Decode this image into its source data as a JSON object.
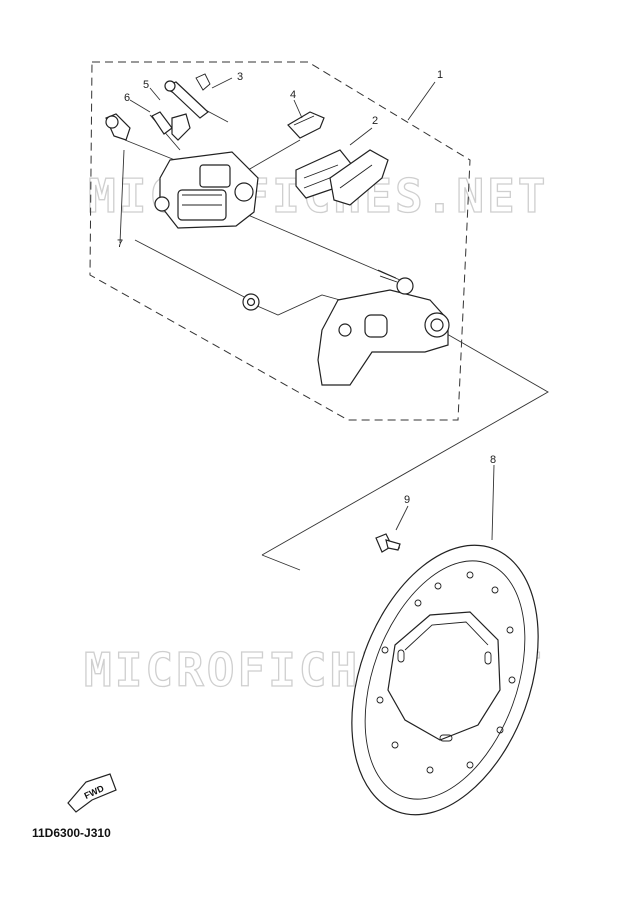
{
  "watermark": "MICROFICHES.NET",
  "diagram_code": "11D6300-J310",
  "fwd_label": "FWD",
  "callouts": [
    "1",
    "2",
    "3",
    "4",
    "5",
    "6",
    "7",
    "8",
    "9"
  ]
}
